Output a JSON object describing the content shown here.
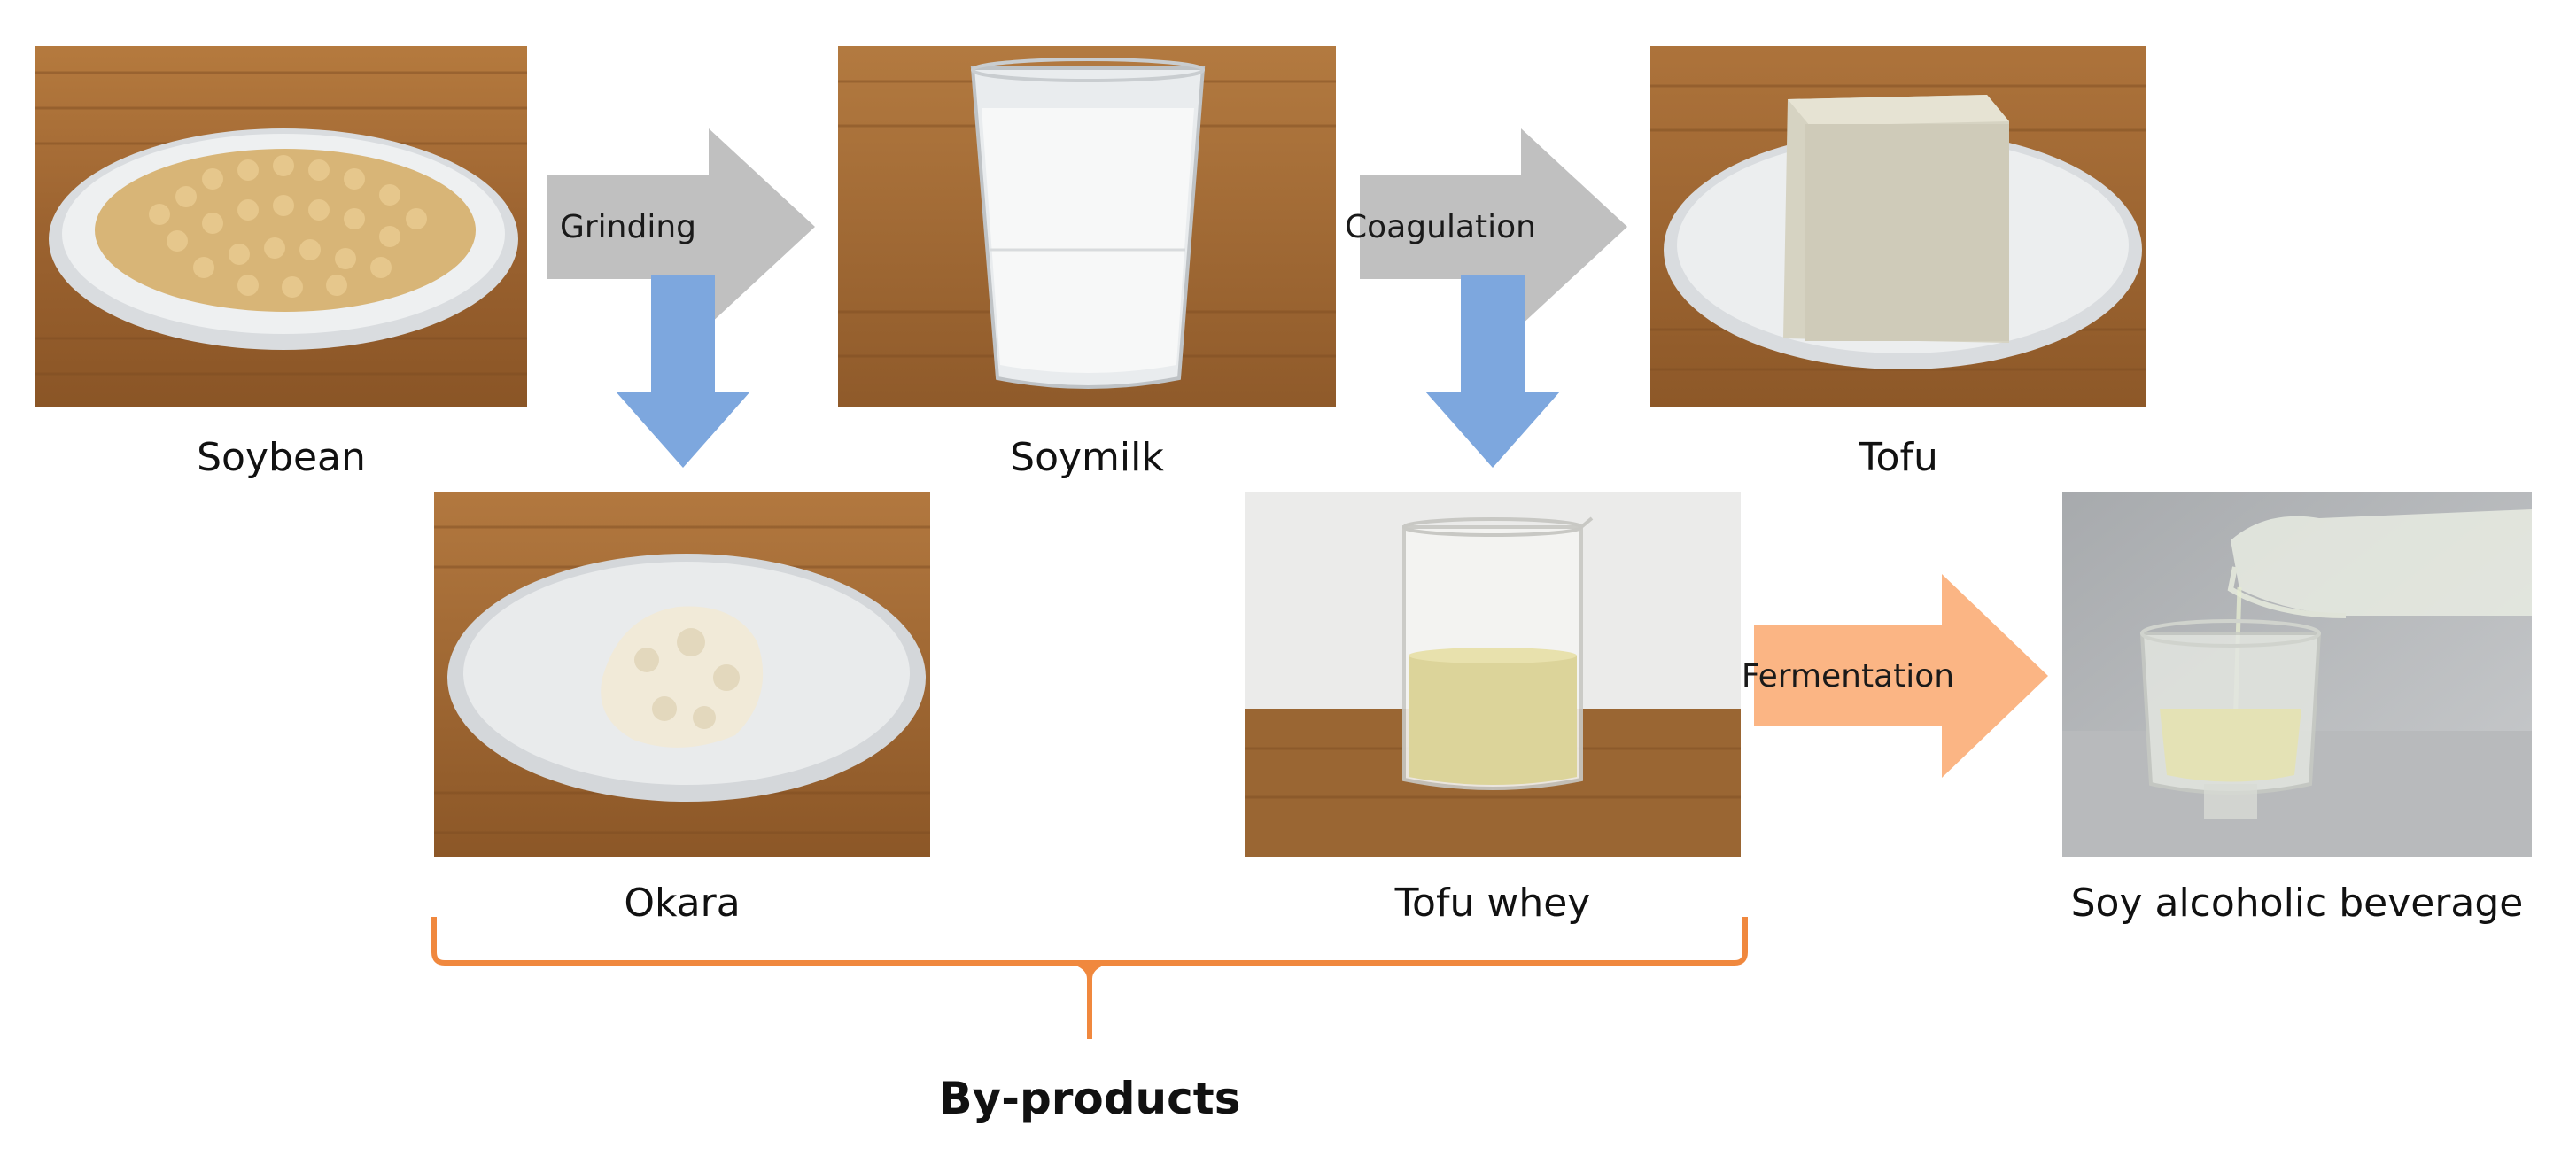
{
  "nodes": {
    "soybean": "Soybean",
    "soymilk": "Soymilk",
    "tofu": "Tofu",
    "okara": "Okara",
    "tofu_whey": "Tofu whey",
    "soy_alcoholic_beverage": "Soy alcoholic beverage"
  },
  "processes": {
    "grinding": "Grinding",
    "coagulation": "Coagulation",
    "fermentation": "Fermentation"
  },
  "group_label": "By-products",
  "colors": {
    "process_arrow": "#c0c0c0",
    "byproduct_arrow": "#7da7de",
    "fermentation_arrow": "#fbb584",
    "bracket": "#f0883e"
  }
}
